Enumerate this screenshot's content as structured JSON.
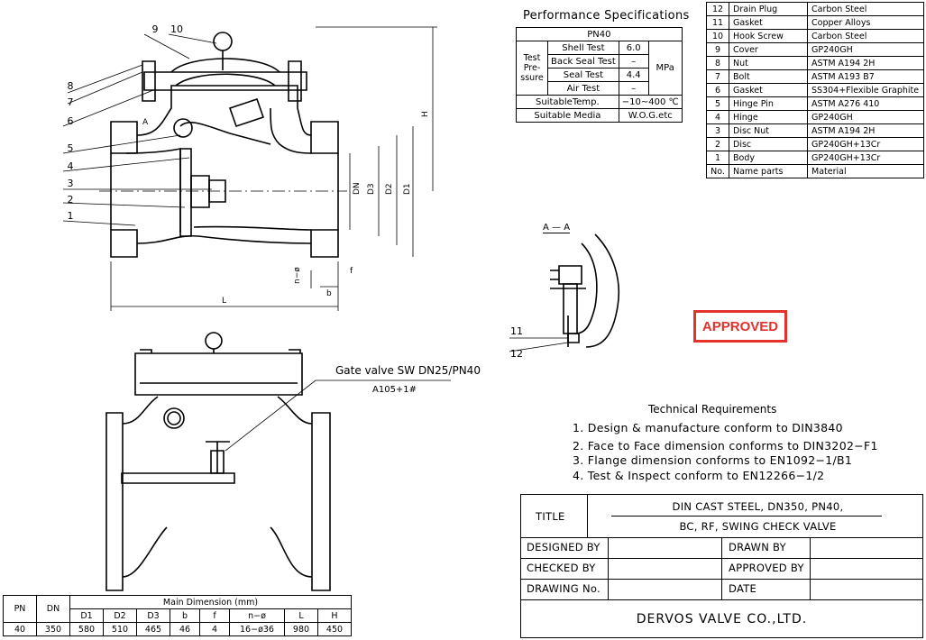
{
  "performance": {
    "title": "Performance Specifications",
    "pn_label": "PN40",
    "test_label": "Test Pre- ssure",
    "rows": [
      {
        "name": "Shell Test",
        "value": "6.0"
      },
      {
        "name": "Back Seal Test",
        "value": "–"
      },
      {
        "name": "Seal Test",
        "value": "4.4"
      },
      {
        "name": "Air Test",
        "value": "–"
      }
    ],
    "unit": "MPa",
    "temp_label": "SuitableTemp.",
    "temp_value": "−10~400 ℃",
    "media_label": "Suitable Media",
    "media_value": "W.O.G.etc"
  },
  "bom": {
    "rows": [
      {
        "no": "12",
        "name": "Drain Plug",
        "material": "Carbon Steel"
      },
      {
        "no": "11",
        "name": "Gasket",
        "material": "Copper Alloys"
      },
      {
        "no": "10",
        "name": "Hook Screw",
        "material": "Carbon Steel"
      },
      {
        "no": "9",
        "name": "Cover",
        "material": "GP240GH"
      },
      {
        "no": "8",
        "name": "Nut",
        "material": "ASTM A194 2H"
      },
      {
        "no": "7",
        "name": "Bolt",
        "material": "ASTM A193 B7"
      },
      {
        "no": "6",
        "name": "Gasket",
        "material": "SS304+Flexible Graphite"
      },
      {
        "no": "5",
        "name": "Hinge Pin",
        "material": "ASTM A276 410"
      },
      {
        "no": "4",
        "name": "Hinge",
        "material": "GP240GH"
      },
      {
        "no": "3",
        "name": "Disc Nut",
        "material": "ASTM A194 2H"
      },
      {
        "no": "2",
        "name": "Disc",
        "material": "GP240GH+13Cr"
      },
      {
        "no": "1",
        "name": "Body",
        "material": "GP240GH+13Cr"
      }
    ],
    "header": {
      "no": "No.",
      "name": "Name parts",
      "material": "Material"
    }
  },
  "drawing": {
    "callouts": [
      "1",
      "2",
      "3",
      "4",
      "5",
      "6",
      "7",
      "8",
      "9",
      "10",
      "11",
      "12"
    ],
    "dim_labels": {
      "dn": "DN",
      "d3": "D3",
      "d2": "D2",
      "d1": "D1",
      "h": "H",
      "l": "L",
      "b": "b",
      "f": "f",
      "n_phi": "n−ø",
      "a": "A"
    },
    "section_label": "A — A",
    "gate_valve_label": "Gate valve SW DN25/PN40",
    "gate_valve_sub": "A105+1#"
  },
  "stamp": "APPROVED",
  "technical": {
    "title": "Technical Requirements",
    "items": [
      "1. Design & manufacture conform to DIN3840",
      "2. Face to Face dimension conforms to DIN3202−F1",
      "3. Flange dimension conforms to EN1092−1/B1",
      "4. Test & Inspect conform to EN12266−1/2"
    ]
  },
  "title_block": {
    "title_label": "TITLE",
    "title_line1": "DIN CAST STEEL, DN350, PN40,",
    "title_line2": "BC, RF, SWING CHECK VALVE",
    "designed_by": "DESIGNED BY",
    "drawn_by": "DRAWN BY",
    "checked_by": "CHECKED  BY",
    "approved_by": "APPROVED BY",
    "drawing_no": "DRAWING No.",
    "date": "DATE",
    "company": "DERVOS VALVE CO.,LTD."
  },
  "dimensions": {
    "pn_header": "PN",
    "dn_header": "DN",
    "main_header": "Main Dimension (mm)",
    "columns": [
      "D1",
      "D2",
      "D3",
      "b",
      "f",
      "n−ø",
      "L",
      "H"
    ],
    "row": {
      "pn": "40",
      "dn": "350",
      "values": [
        "580",
        "510",
        "465",
        "46",
        "4",
        "16−ø36",
        "980",
        "450"
      ]
    }
  }
}
